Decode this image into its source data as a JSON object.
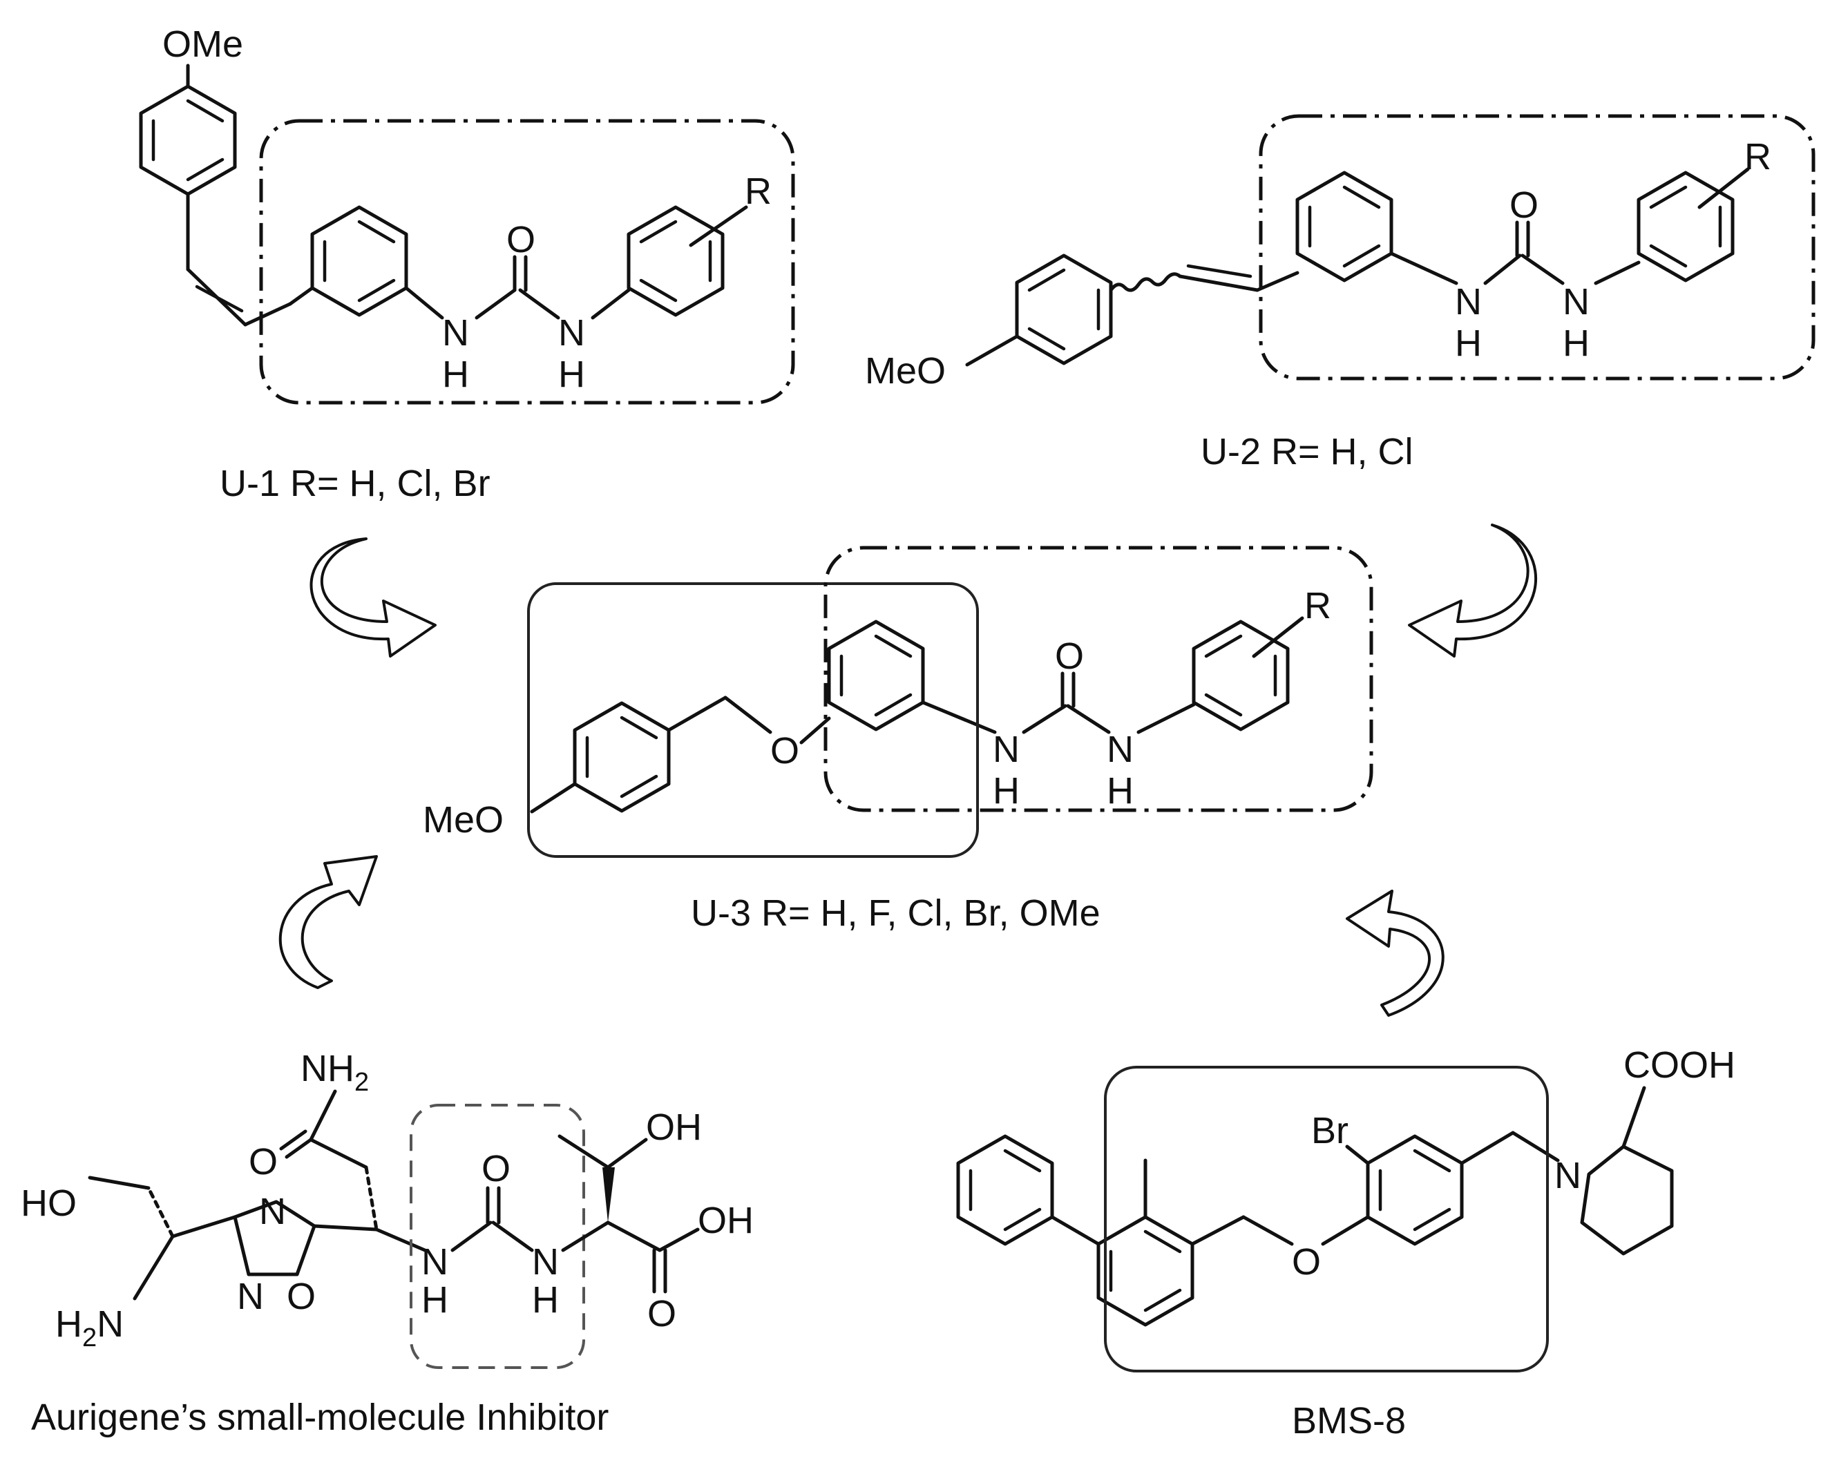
{
  "compounds": {
    "u1": {
      "caption": "U-1 R= H, Cl, Br",
      "labels": {
        "ome": "OMe",
        "r": "R",
        "o": "O",
        "n1": "N",
        "h1": "H",
        "n2": "N",
        "h2": "H"
      }
    },
    "u2": {
      "caption": "U-2 R= H, Cl",
      "labels": {
        "meo": "MeO",
        "r": "R",
        "o": "O",
        "n1": "N",
        "h1": "H",
        "n2": "N",
        "h2": "H"
      }
    },
    "u3": {
      "caption": "U-3 R= H, F, Cl, Br, OMe",
      "labels": {
        "meo": "MeO",
        "o_ether": "O",
        "r": "R",
        "o": "O",
        "n1": "N",
        "h1": "H",
        "n2": "N",
        "h2": "H"
      }
    },
    "aurigene": {
      "caption": "Aurigene’s small-molecule Inhibitor",
      "labels": {
        "nh2_top": "NH",
        "nh2_top_sub": "2",
        "o_amide": "O",
        "ho": "HO",
        "h2n": "H",
        "h2n_sub": "2",
        "h2n_n": "N",
        "n_ring_top": "N",
        "n_ring_bottom": "N",
        "o_ring": "O",
        "n1": "N",
        "h1": "H",
        "o_urea": "O",
        "n2": "N",
        "h2": "H",
        "oh_top": "OH",
        "oh_acid": "OH",
        "o_acid": "O"
      }
    },
    "bms8": {
      "caption": "BMS-8",
      "labels": {
        "br": "Br",
        "o_ether": "O",
        "n": "N",
        "cooh": "COOH"
      }
    }
  },
  "colors": {
    "ink": "#111111",
    "dashed_box": "#555555",
    "background": "#ffffff"
  }
}
